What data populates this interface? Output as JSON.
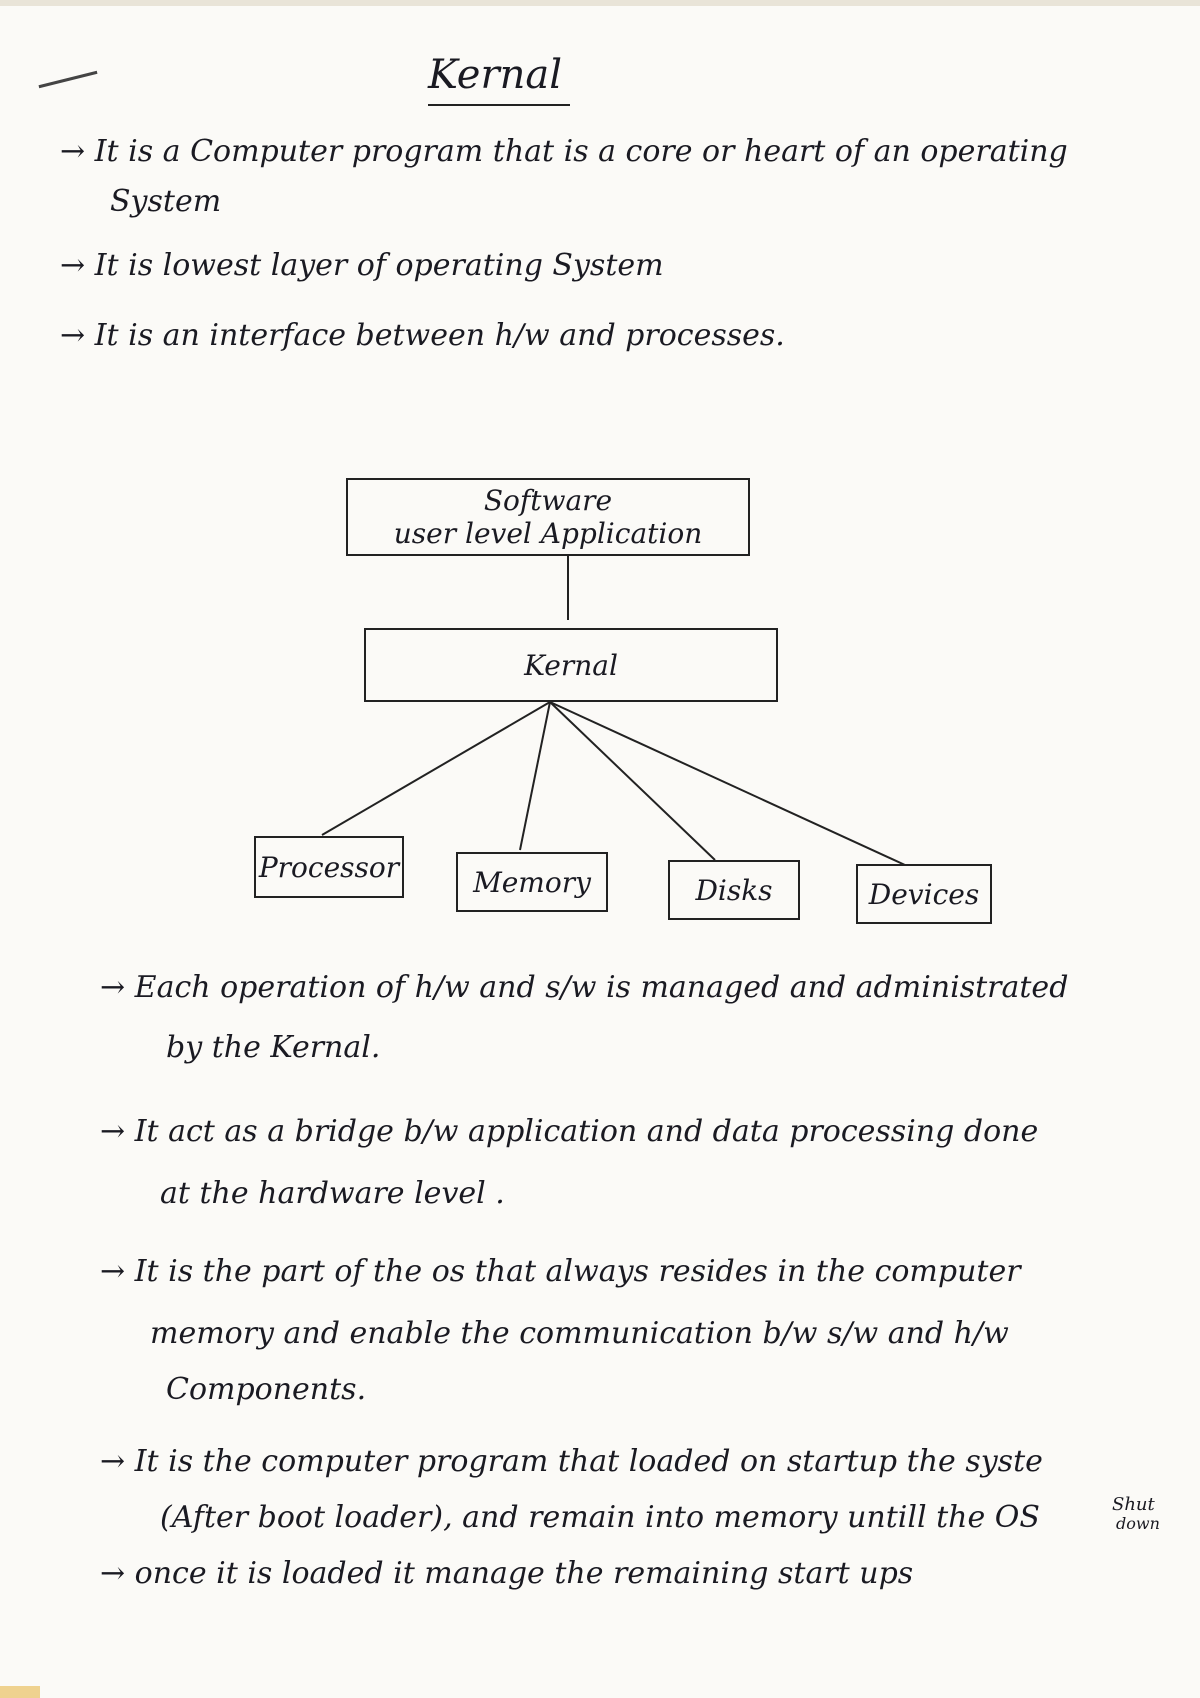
{
  "title": "Kernal",
  "intro_lines": [
    "→ It is a Computer program that is a core or heart of an operating",
    "System",
    "→ It is lowest layer of operating System",
    "→ It is an interface between h/w and processes."
  ],
  "diagram": {
    "software_box": {
      "line1": "Software",
      "line2": "user level Application"
    },
    "kernel_box": "Kernal",
    "hardware_boxes": [
      "Processor",
      "Memory",
      "Disks",
      "Devices"
    ]
  },
  "notes": [
    "→ Each operation of h/w and s/w is managed and administrated",
    "by the Kernal.",
    "→ It act as a bridge b/w application and data processing done",
    "at the hardware level .",
    "→ It is the part of the os that always resides in the computer",
    "memory and enable the communication b/w s/w and h/w",
    "Components.",
    "→ It is the computer program that loaded on startup the syste",
    "(After boot loader), and remain into memory untill the OS",
    "Shut",
    "down",
    "→ once it is loaded it manage the remaining start ups"
  ]
}
